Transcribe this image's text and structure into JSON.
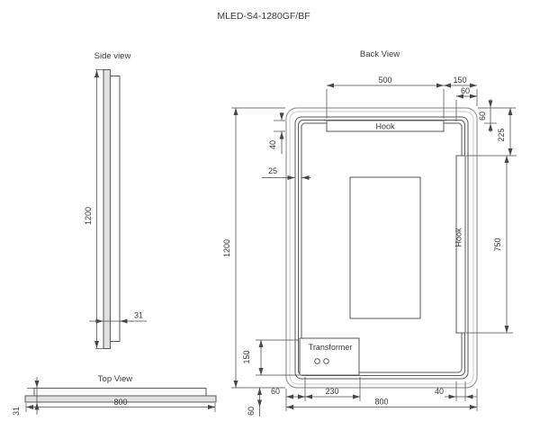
{
  "title": "MLED-S4-1280GF/BF",
  "colors": {
    "drawing_line": "#5a5a5a",
    "outer_line": "#9a9a9a",
    "dim_line": "#474747",
    "text": "#3a3a3a"
  },
  "views": {
    "side": {
      "label": "Side view",
      "dims": {
        "height": "1200",
        "thickness": "31"
      }
    },
    "top": {
      "label": "Top View",
      "dims": {
        "width": "800",
        "thickness": "31"
      }
    },
    "back": {
      "label": "Back View",
      "labels": {
        "top_hook": "Hook",
        "side_hook": "Hook",
        "transformer": "Transformer"
      },
      "dims": {
        "top_hook_width": "500",
        "top_right_margin": "150",
        "side_hook_inset": "60",
        "top_hook_drop": "60",
        "side_hook_top_offset": "225",
        "side_hook_length": "750",
        "height": "1200",
        "top_hook_height": "40",
        "frame_width": "25",
        "transformer_height": "150",
        "transformer_left_offset": "60",
        "transformer_width": "230",
        "side_hook_width": "40",
        "width": "800",
        "bottom_margin": "60"
      }
    }
  }
}
